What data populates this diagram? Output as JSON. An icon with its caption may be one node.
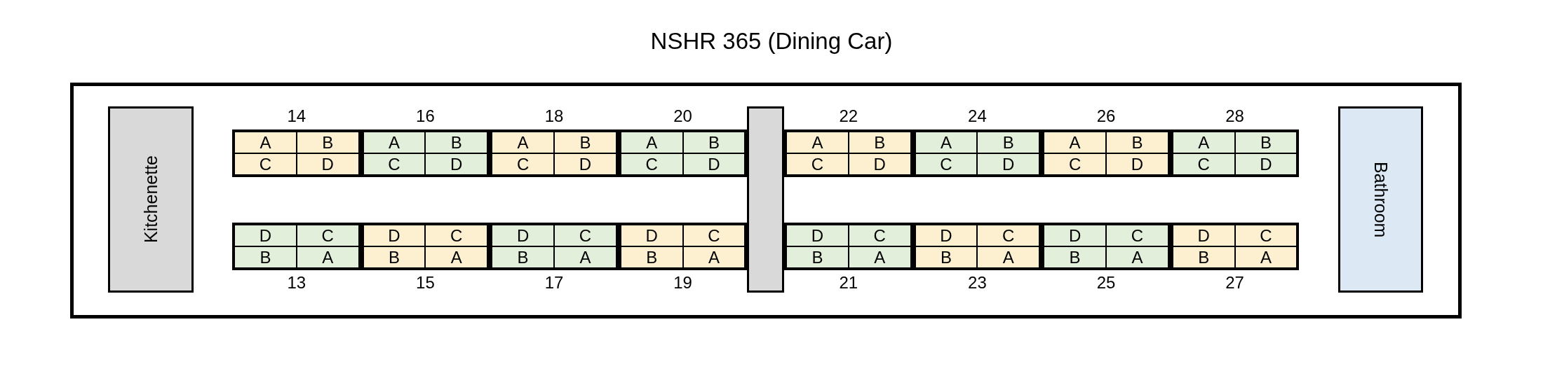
{
  "diagram": {
    "title": "NSHR 365 (Dining Car)",
    "nodes": [
      {
        "text": [
          "Kitchenette"
        ]
      },
      {
        "text": [],
        "shape": "box",
        "beside": [
          "14"
        ]
      },
      {
        "text": [
          "A"
        ],
        "in": 1
      },
      {
        "text": [
          "B"
        ],
        "in": 1
      },
      {
        "text": [
          "C"
        ],
        "in": 1
      },
      {
        "text": [
          "D"
        ],
        "in": 1
      },
      {
        "text": [],
        "shape": "box",
        "beside": [
          "16"
        ]
      },
      {
        "text": [
          "A"
        ],
        "in": 6
      },
      {
        "text": [
          "B"
        ],
        "in": 6
      },
      {
        "text": [
          "C"
        ],
        "in": 6
      },
      {
        "text": [
          "D"
        ],
        "in": 6
      },
      {
        "text": [],
        "shape": "box",
        "beside": [
          "18"
        ]
      },
      {
        "text": [
          "A"
        ],
        "in": 11
      },
      {
        "text": [
          "B"
        ],
        "in": 11
      },
      {
        "text": [
          "C"
        ],
        "in": 11
      },
      {
        "text": [
          "D"
        ],
        "in": 11
      },
      {
        "text": [],
        "shape": "box",
        "beside": [
          "20"
        ]
      },
      {
        "text": [
          "A"
        ],
        "in": 16
      },
      {
        "text": [
          "B"
        ],
        "in": 16
      },
      {
        "text": [
          "C"
        ],
        "in": 16
      },
      {
        "text": [
          "D"
        ],
        "in": 16
      },
      {
        "text": [],
        "shape": "bar"
      },
      {
        "text": [],
        "shape": "box",
        "beside": [
          "22"
        ]
      },
      {
        "text": [
          "A"
        ],
        "in": 22
      },
      {
        "text": [
          "B"
        ],
        "in": 22
      },
      {
        "text": [
          "C"
        ],
        "in": 22
      },
      {
        "text": [
          "D"
        ],
        "in": 22
      },
      {
        "text": [],
        "shape": "box",
        "beside": [
          "24"
        ]
      },
      {
        "text": [
          "A"
        ],
        "in": 27
      },
      {
        "text": [
          "B"
        ],
        "in": 27
      },
      {
        "text": [
          "C"
        ],
        "in": 27
      },
      {
        "text": [
          "D"
        ],
        "in": 27
      },
      {
        "text": [],
        "shape": "box",
        "beside": [
          "26"
        ]
      },
      {
        "text": [
          "A"
        ],
        "in": 32
      },
      {
        "text": [
          "B"
        ],
        "in": 32
      },
      {
        "text": [
          "C"
        ],
        "in": 32
      },
      {
        "text": [
          "D"
        ],
        "in": 32
      },
      {
        "text": [],
        "shape": "box",
        "beside": [
          "28"
        ]
      },
      {
        "text": [
          "A"
        ],
        "in": 37
      },
      {
        "text": [
          "B"
        ],
        "in": 37
      },
      {
        "text": [
          "C"
        ],
        "in": 37
      },
      {
        "text": [
          "D"
        ],
        "in": 37
      },
      {
        "text": [],
        "shape": "box",
        "beside": [
          "13"
        ]
      },
      {
        "text": [
          "D"
        ],
        "in": 42
      },
      {
        "text": [
          "C"
        ],
        "in": 42
      },
      {
        "text": [
          "B"
        ],
        "in": 42
      },
      {
        "text": [
          "A"
        ],
        "in": 42
      },
      {
        "text": [],
        "shape": "box",
        "beside": [
          "15"
        ]
      },
      {
        "text": [
          "D"
        ],
        "in": 47
      },
      {
        "text": [
          "C"
        ],
        "in": 47
      },
      {
        "text": [
          "B"
        ],
        "in": 47
      },
      {
        "text": [
          "A"
        ],
        "in": 47
      },
      {
        "text": [],
        "shape": "box",
        "beside": [
          "17"
        ]
      },
      {
        "text": [
          "D"
        ],
        "in": 52
      },
      {
        "text": [
          "C"
        ],
        "in": 52
      },
      {
        "text": [
          "B"
        ],
        "in": 52
      },
      {
        "text": [
          "A"
        ],
        "in": 52
      },
      {
        "text": [],
        "shape": "box",
        "beside": [
          "19"
        ]
      },
      {
        "text": [
          "D"
        ],
        "in": 57
      },
      {
        "text": [
          "C"
        ],
        "in": 57
      },
      {
        "text": [
          "B"
        ],
        "in": 57
      },
      {
        "text": [
          "A"
        ],
        "in": 57
      },
      {
        "text": [],
        "shape": "box",
        "beside": [
          "21"
        ]
      },
      {
        "text": [
          "D"
        ],
        "in": 62
      },
      {
        "text": [
          "C"
        ],
        "in": 62
      },
      {
        "text": [
          "B"
        ],
        "in": 62
      },
      {
        "text": [
          "A"
        ],
        "in": 62
      },
      {
        "text": [],
        "shape": "box",
        "beside": [
          "23"
        ]
      },
      {
        "text": [
          "D"
        ],
        "in": 67
      },
      {
        "text": [
          "C"
        ],
        "in": 67
      },
      {
        "text": [
          "B"
        ],
        "in": 67
      },
      {
        "text": [
          "A"
        ],
        "in": 67
      },
      {
        "text": [],
        "shape": "box",
        "beside": [
          "25"
        ]
      },
      {
        "text": [
          "D"
        ],
        "in": 72
      },
      {
        "text": [
          "C"
        ],
        "in": 72
      },
      {
        "text": [
          "B"
        ],
        "in": 72
      },
      {
        "text": [
          "A"
        ],
        "in": 72
      },
      {
        "text": [],
        "shape": "box",
        "beside": [
          "27"
        ]
      },
      {
        "text": [
          "D"
        ],
        "in": 77
      },
      {
        "text": [
          "C"
        ],
        "in": 77
      },
      {
        "text": [
          "B"
        ],
        "in": 77
      },
      {
        "text": [
          "A"
        ],
        "in": 77
      },
      {
        "text": [
          "Bathroom"
        ]
      }
    ]
  }
}
